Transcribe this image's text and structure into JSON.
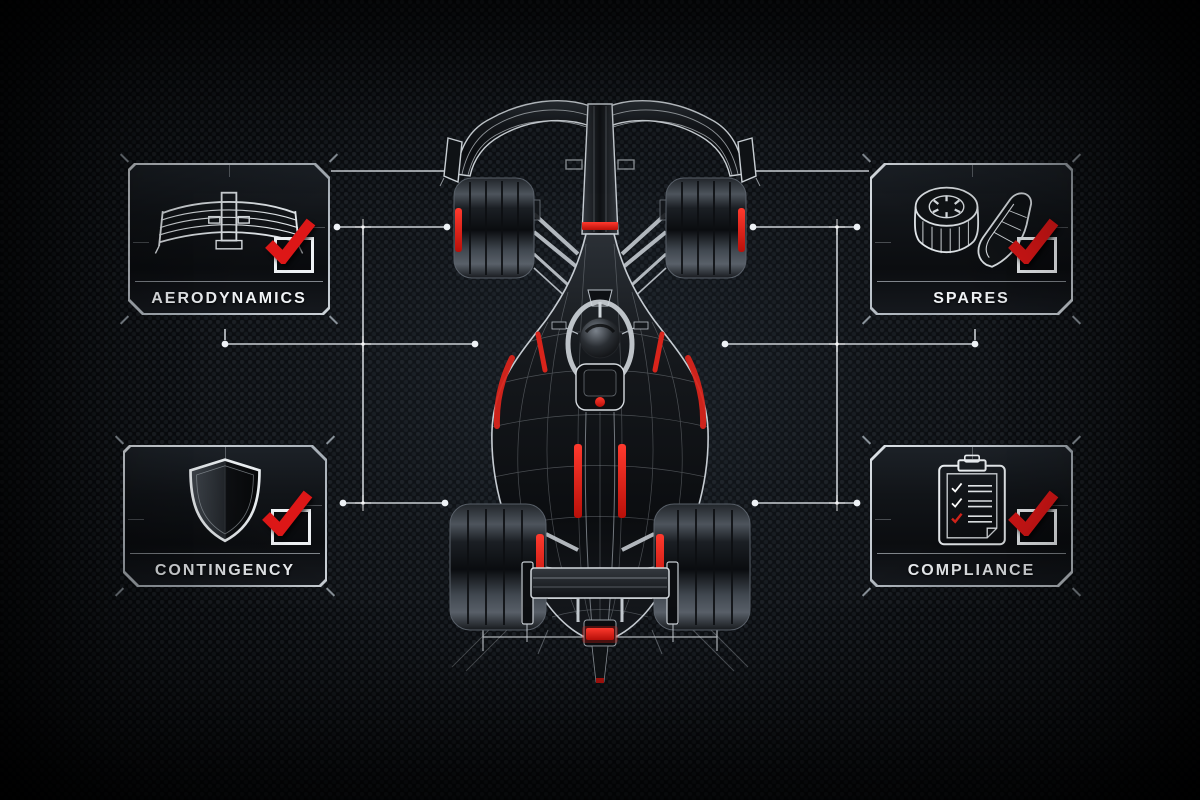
{
  "title": "F1 car preparation checklist diagram",
  "panels": [
    {
      "id": "aerodynamics",
      "label": "AERODYNAMICS",
      "icon": "front-wing-icon",
      "checked": true
    },
    {
      "id": "spares",
      "label": "SPARES",
      "icon": "tire-and-nose-cone-icon",
      "checked": true
    },
    {
      "id": "contingency",
      "label": "CONTINGENCY",
      "icon": "shield-icon",
      "checked": true
    },
    {
      "id": "compliance",
      "label": "COMPLIANCE",
      "icon": "clipboard-checklist-icon",
      "checked": true
    }
  ],
  "center": {
    "illustration": "formula-1-car-top-view",
    "accents": [
      "red nose stripe",
      "red sidepod stripes",
      "red wheel stripes",
      "red tail light"
    ]
  },
  "colors": {
    "background": "#0a0c0f",
    "panel_border": "#c9ced4",
    "connector_line": "#d9dee3",
    "text": "#f1f4f7",
    "accent_red": "#dd1919"
  }
}
